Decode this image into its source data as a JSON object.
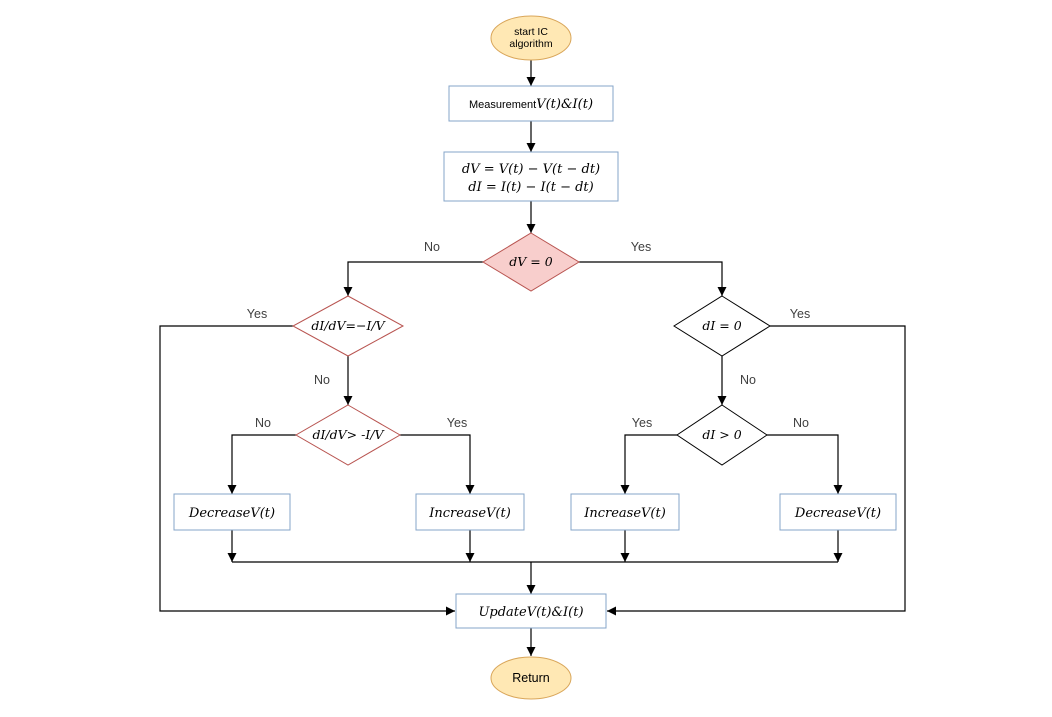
{
  "colors": {
    "background": "#ffffff",
    "terminal_fill": "#ffe8b4",
    "terminal_stroke": "#d9a65a",
    "process_fill": "#ffffff",
    "process_stroke": "#86a4c8",
    "decision_top_fill": "#f8cecc",
    "decision_red_stroke": "#b85450",
    "decision_black_stroke": "#000000",
    "decision_white_fill": "#ffffff",
    "edge_color": "#000000"
  },
  "nodes": {
    "start": {
      "line1": "start IC",
      "line2": "algorithm"
    },
    "measurement": {
      "prefix": "Measurement",
      "math": "V(t)&I(t)"
    },
    "delta": {
      "line1": "dV = V(t) − V(t − dt)",
      "line2": "dI = I(t) − I(t − dt)"
    },
    "dv_zero": {
      "label": "dV = 0"
    },
    "didv_eq": {
      "label": "dI/dV=−I/V"
    },
    "didv_gt": {
      "label": "dI/dV> -I/V"
    },
    "di_zero": {
      "label": "dI = 0"
    },
    "di_gt": {
      "label": "dI > 0"
    },
    "decrease_left": {
      "label": "DecreaseV(t)"
    },
    "increase_left": {
      "label": "IncreaseV(t)"
    },
    "increase_right": {
      "label": "IncreaseV(t)"
    },
    "decrease_right": {
      "label": "DecreaseV(t)"
    },
    "update": {
      "label": "UpdateV(t)&I(t)"
    },
    "return_node": {
      "label": "Return"
    }
  },
  "edge_labels": {
    "dv_no": "No",
    "dv_yes": "Yes",
    "didv_eq_yes": "Yes",
    "didv_eq_no": "No",
    "didv_gt_no": "No",
    "didv_gt_yes": "Yes",
    "di_zero_yes": "Yes",
    "di_zero_no": "No",
    "di_gt_yes": "Yes",
    "di_gt_no": "No"
  }
}
